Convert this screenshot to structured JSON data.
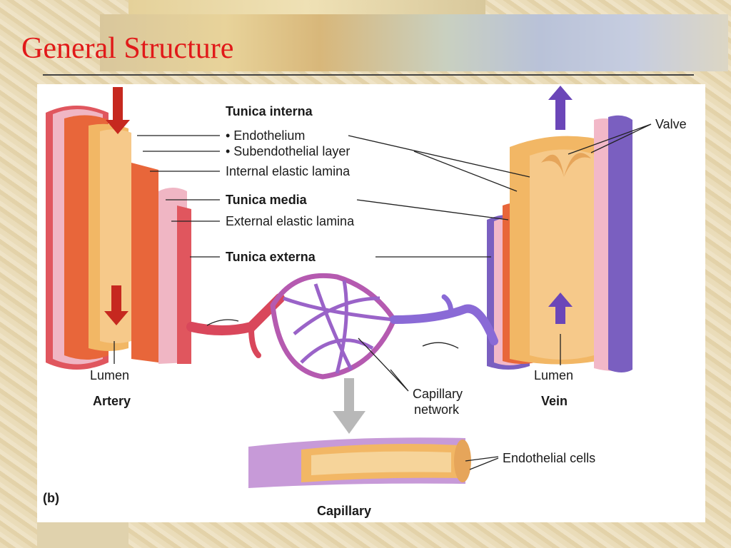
{
  "slide": {
    "title": "General Structure"
  },
  "diagram": {
    "panel_letter": "(b)",
    "labels": {
      "tunica_interna": "Tunica interna",
      "endothelium": "• Endothelium",
      "subendothelial": "• Subendothelial layer",
      "internal_elastic": "Internal elastic lamina",
      "tunica_media": "Tunica media",
      "external_elastic": "External elastic lamina",
      "tunica_externa": "Tunica externa",
      "valve": "Valve",
      "lumen_artery": "Lumen",
      "artery": "Artery",
      "lumen_vein": "Lumen",
      "vein": "Vein",
      "capillary_network_1": "Capillary",
      "capillary_network_2": "network",
      "endothelial_cells": "Endothelial cells",
      "capillary": "Capillary"
    },
    "colors": {
      "artery_outer": "#e0565e",
      "muscle": "#e8663a",
      "intima": "#f2b765",
      "lumen": "#f6c98a",
      "vein_outer": "#7a5fc0",
      "vein_pink": "#f2b8c8",
      "capillary_red": "#d9475b",
      "capillary_purple": "#8a6ad6",
      "arrow_red": "#c6281f",
      "arrow_purple": "#6b46b8"
    }
  }
}
